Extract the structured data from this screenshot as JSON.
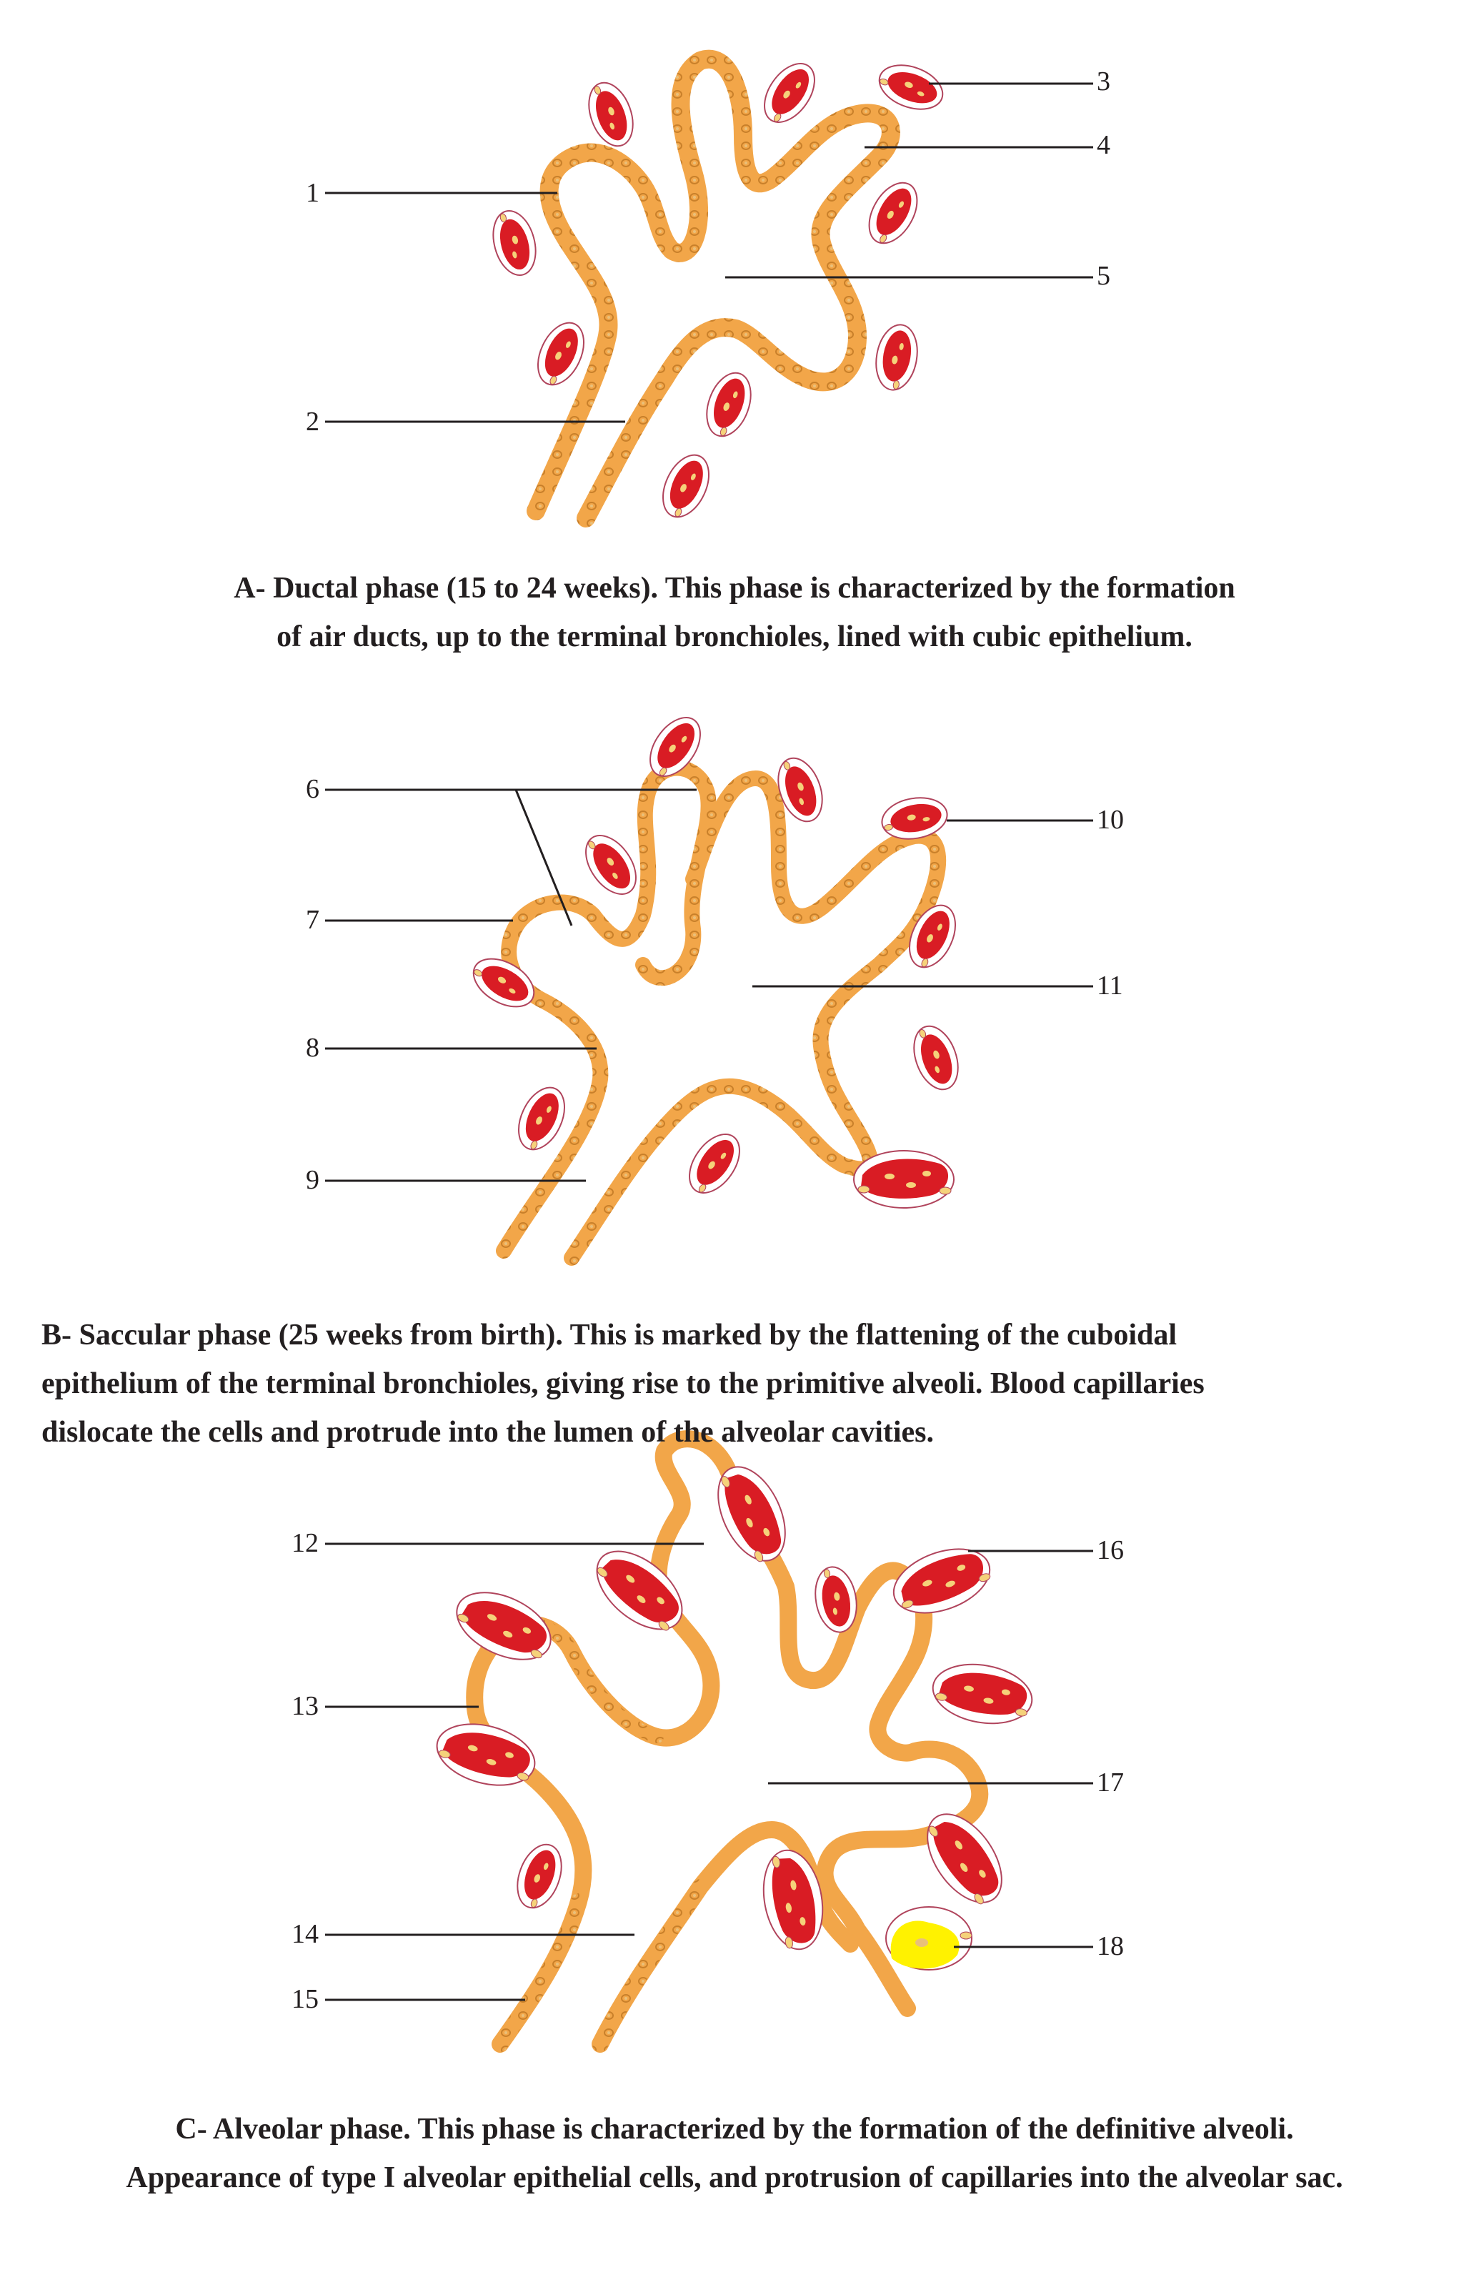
{
  "panels": [
    {
      "id": "A",
      "labels": [
        "1",
        "2",
        "3",
        "4",
        "5"
      ],
      "caption_lines": [
        "A- Ductal phase (15 to 24 weeks). This phase is characterized by the formation",
        "of air ducts, up to the terminal bronchioles, lined with cubic epithelium."
      ]
    },
    {
      "id": "B",
      "labels": [
        "6",
        "7",
        "8",
        "9",
        "10",
        "11"
      ],
      "caption_lines": [
        "B- Saccular phase (25 weeks from birth). This is marked by the flattening of the cuboidal",
        "epithelium of the terminal bronchioles, giving rise to the primitive alveoli. Blood capillaries",
        "dislocate the cells and protrude into the lumen of the alveolar cavities."
      ]
    },
    {
      "id": "C",
      "labels": [
        "12",
        "13",
        "14",
        "15",
        "16",
        "17",
        "18"
      ],
      "caption_lines": [
        "C- Alveolar phase. This phase is characterized by the formation of the definitive alveoli.",
        "Appearance of type I alveolar epithelial cells, and protrusion of capillaries into the alveolar sac."
      ]
    }
  ],
  "colors": {
    "epithelium": "#f2a649",
    "epithelium_outline": "#c9802a",
    "cell_nucleus": "#e9c07a",
    "capillary": "#d91c24",
    "capillary_membrane": "#ffffff",
    "capillary_outline": "#b0445c",
    "erythrocyte": "#f5d27a",
    "type_ii_cell": "#fff200",
    "text": "#231f20"
  }
}
